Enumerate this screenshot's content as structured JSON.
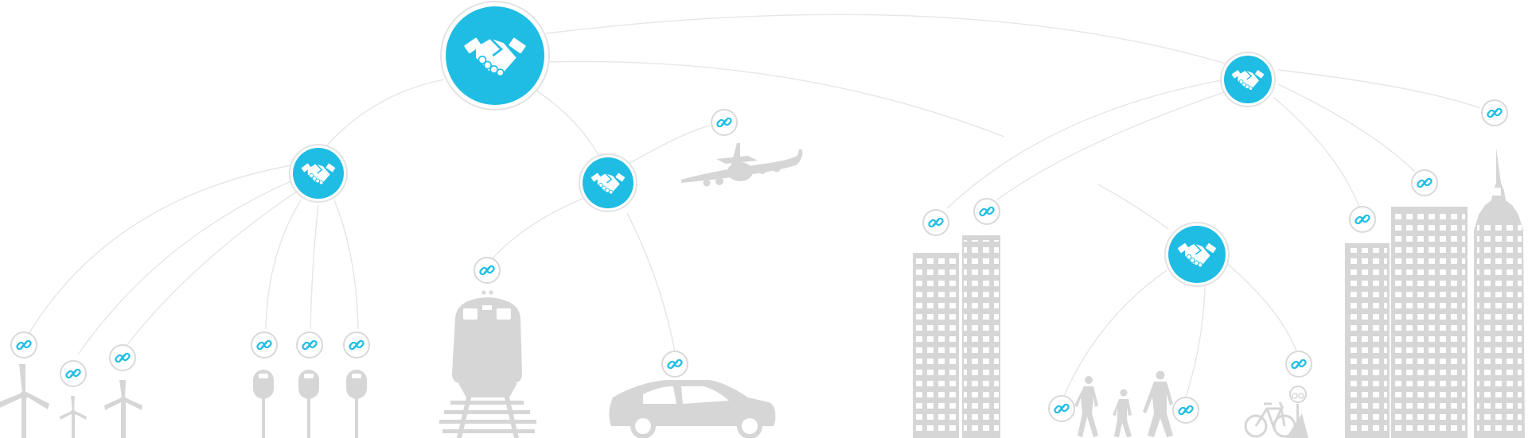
{
  "colors": {
    "accent": "#1fbde4",
    "silhouette": "#d6d6d6",
    "connector": "#e6e6e6",
    "background": "#ffffff"
  },
  "icons": {
    "hub": "handshake-icon",
    "endpoint": "link-icon"
  },
  "nodes": [
    {
      "id": "root",
      "type": "hub"
    },
    {
      "id": "energy-hub",
      "type": "hub"
    },
    {
      "id": "transport-hub",
      "type": "hub"
    },
    {
      "id": "city-hub",
      "type": "hub"
    },
    {
      "id": "pedestrian-hub",
      "type": "hub"
    },
    {
      "id": "wind-turbine-link-1",
      "type": "link"
    },
    {
      "id": "wind-turbine-link-2",
      "type": "link"
    },
    {
      "id": "wind-turbine-link-3",
      "type": "link"
    },
    {
      "id": "parking-meter-link-1",
      "type": "link"
    },
    {
      "id": "parking-meter-link-2",
      "type": "link"
    },
    {
      "id": "parking-meter-link-3",
      "type": "link"
    },
    {
      "id": "airplane-link",
      "type": "link"
    },
    {
      "id": "train-link",
      "type": "link"
    },
    {
      "id": "car-link",
      "type": "link"
    },
    {
      "id": "building-link-1",
      "type": "link"
    },
    {
      "id": "building-link-2",
      "type": "link"
    },
    {
      "id": "pedestrian-link-1",
      "type": "link"
    },
    {
      "id": "pedestrian-link-2",
      "type": "link"
    },
    {
      "id": "bicycle-link",
      "type": "link"
    },
    {
      "id": "tower-link-1",
      "type": "link"
    },
    {
      "id": "tower-link-2",
      "type": "link"
    },
    {
      "id": "tower-link-3",
      "type": "link"
    }
  ],
  "edges": [
    [
      "root",
      "energy-hub"
    ],
    [
      "root",
      "transport-hub"
    ],
    [
      "root",
      "city-hub"
    ],
    [
      "energy-hub",
      "wind-turbine-link-1"
    ],
    [
      "energy-hub",
      "wind-turbine-link-2"
    ],
    [
      "energy-hub",
      "wind-turbine-link-3"
    ],
    [
      "energy-hub",
      "parking-meter-link-1"
    ],
    [
      "energy-hub",
      "parking-meter-link-2"
    ],
    [
      "energy-hub",
      "parking-meter-link-3"
    ],
    [
      "transport-hub",
      "airplane-link"
    ],
    [
      "transport-hub",
      "train-link"
    ],
    [
      "transport-hub",
      "car-link"
    ],
    [
      "city-hub",
      "building-link-1"
    ],
    [
      "city-hub",
      "building-link-2"
    ],
    [
      "city-hub",
      "tower-link-1"
    ],
    [
      "city-hub",
      "tower-link-2"
    ],
    [
      "city-hub",
      "tower-link-3"
    ],
    [
      "pedestrian-hub",
      "pedestrian-link-1"
    ],
    [
      "pedestrian-hub",
      "pedestrian-link-2"
    ],
    [
      "pedestrian-hub",
      "bicycle-link"
    ]
  ],
  "objects": [
    "wind-turbine",
    "wind-turbine",
    "wind-turbine",
    "parking-meter",
    "parking-meter",
    "parking-meter",
    "train",
    "car",
    "airplane",
    "office-building",
    "office-building",
    "pedestrian",
    "pedestrian",
    "pedestrian",
    "bicycle",
    "office-building",
    "office-building",
    "skyscraper"
  ]
}
